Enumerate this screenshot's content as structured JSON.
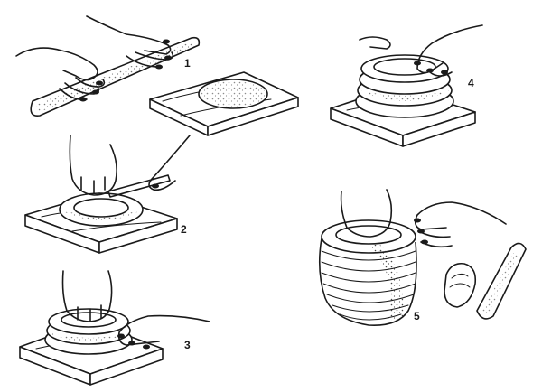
{
  "steps": [
    {
      "label": "1"
    },
    {
      "label": "2"
    },
    {
      "label": "3"
    },
    {
      "label": "4"
    },
    {
      "label": "5"
    }
  ]
}
